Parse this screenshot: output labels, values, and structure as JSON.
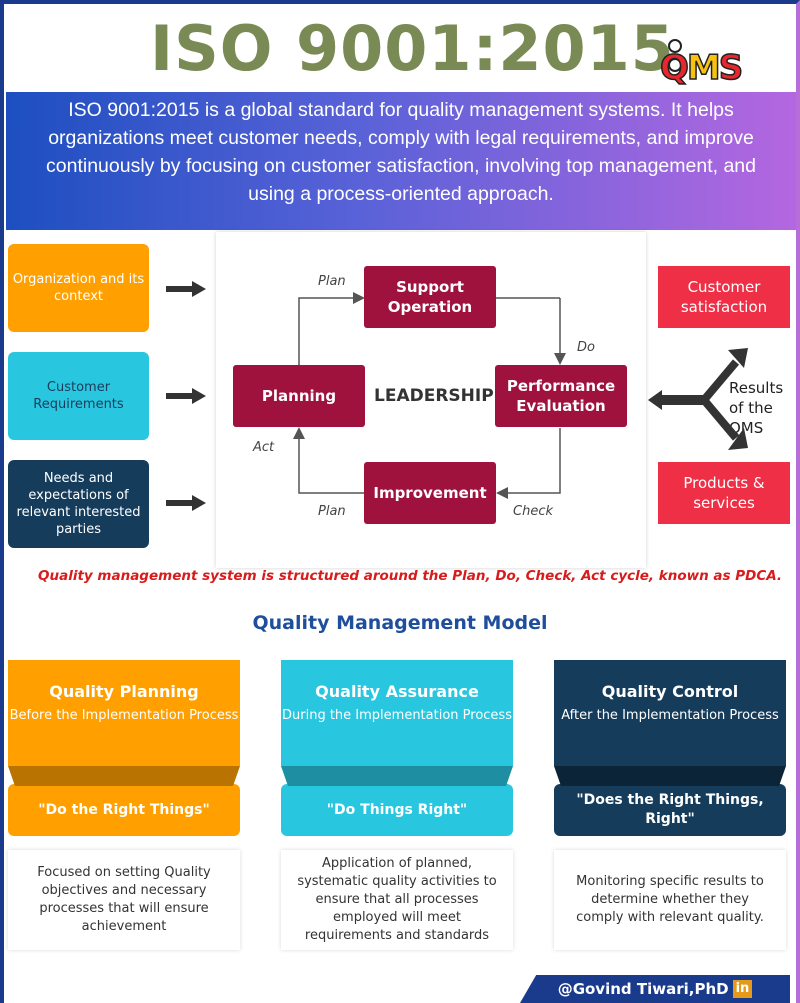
{
  "header": {
    "title": "ISO 9001:2015",
    "logo": {
      "q": "Q",
      "m": "M",
      "s": "S"
    },
    "description": "ISO 9001:2015 is a global standard for quality management systems. It helps organizations meet customer needs, comply with legal requirements, and improve continuously by focusing on customer satisfaction, involving top management, and using a process-oriented approach."
  },
  "inputs": [
    {
      "label": "Organization and its context",
      "color": "#ffa000"
    },
    {
      "label": "Customer Requirements",
      "color": "#29c6e0"
    },
    {
      "label": "Needs and expectations of relevant interested parties",
      "color": "#163c5c"
    }
  ],
  "cycle": {
    "center": "LEADERSHIP",
    "nodes": {
      "support": "Support Operation",
      "planning": "Planning",
      "performance": "Performance Evaluation",
      "improvement": "Improvement"
    },
    "labels": {
      "plan_top": "Plan",
      "do": "Do",
      "act": "Act",
      "plan_bottom": "Plan",
      "check": "Check"
    },
    "node_color": "#a0123e"
  },
  "outputs": {
    "customer_satisfaction": "Customer satisfaction",
    "products_services": "Products & services",
    "results": "Results of the QMS",
    "color": "#ee2f46"
  },
  "pdca_note": "Quality management system is structured around the Plan, Do, Check, Act cycle, known as PDCA.",
  "model": {
    "title": "Quality Management Model",
    "columns": [
      {
        "title": "Quality Planning",
        "subtitle": "Before the Implementation Process",
        "quote": "\"Do the Right Things\"",
        "description": "Focused on setting Quality objectives and necessary processes that will ensure achievement",
        "color": "#ffa000",
        "band_color": "#b97300"
      },
      {
        "title": "Quality Assurance",
        "subtitle": "During the Implementation Process",
        "quote": "\"Do Things Right\"",
        "description": "Application of planned, systematic quality activities to ensure that all processes employed will meet requirements and standards",
        "color": "#29c6e0",
        "band_color": "#1e8fa3"
      },
      {
        "title": "Quality Control",
        "subtitle": "After the Implementation Process",
        "quote": "\"Does the Right Things, Right\"",
        "description": "Monitoring specific results to determine whether they comply with relevant quality.",
        "color": "#163c5c",
        "band_color": "#0c2438"
      }
    ]
  },
  "footer": {
    "author": "@Govind Tiwari,PhD",
    "badge": "in"
  }
}
